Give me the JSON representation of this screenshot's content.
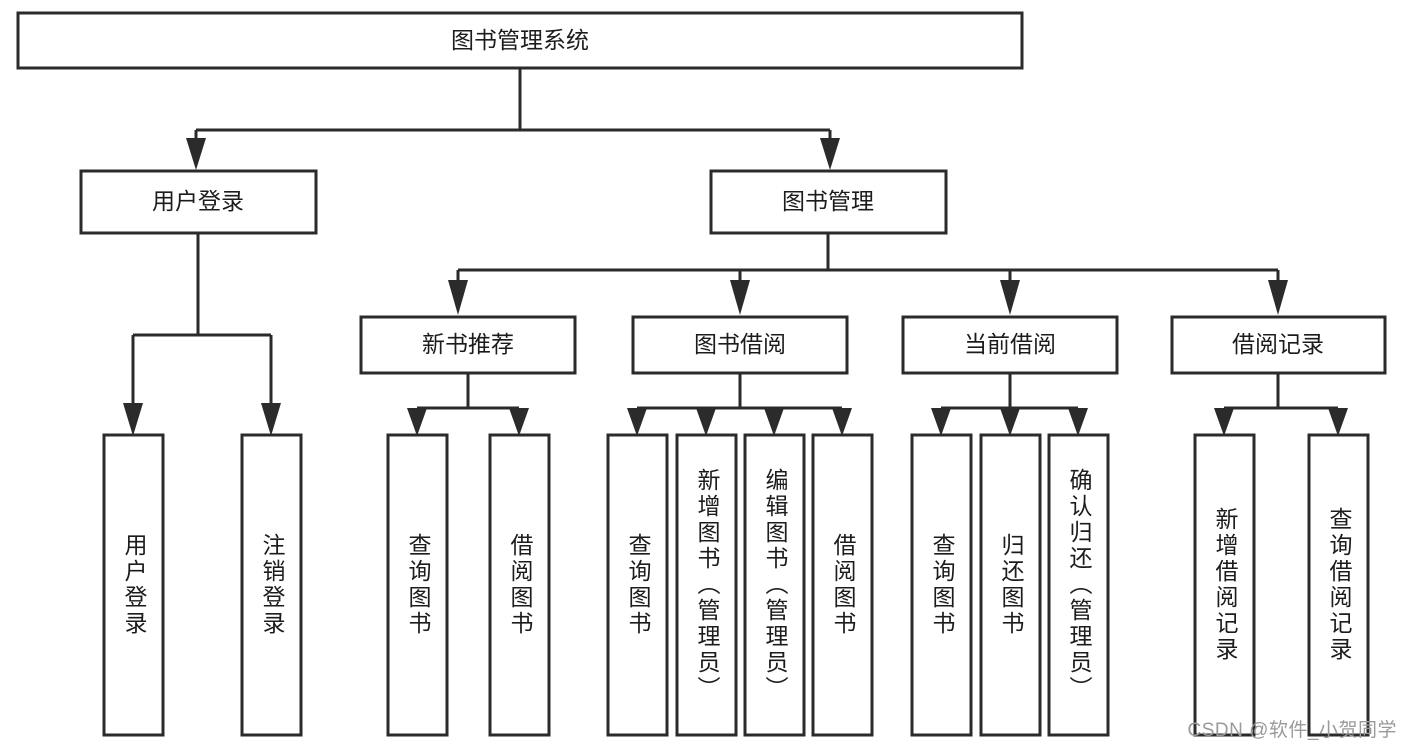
{
  "diagram": {
    "title": "图书管理系统",
    "type": "hierarchy-tree",
    "root": {
      "id": "root",
      "label": "图书管理系统"
    },
    "level2": [
      {
        "id": "user-login",
        "label": "用户登录"
      },
      {
        "id": "book-manage",
        "label": "图书管理"
      }
    ],
    "level3": [
      {
        "id": "new-book-recommend",
        "label": "新书推荐",
        "parent": "book-manage"
      },
      {
        "id": "book-borrow",
        "label": "图书借阅",
        "parent": "book-manage"
      },
      {
        "id": "current-borrow",
        "label": "当前借阅",
        "parent": "book-manage"
      },
      {
        "id": "borrow-record",
        "label": "借阅记录",
        "parent": "book-manage"
      }
    ],
    "leaves": {
      "user-login": [
        {
          "id": "leaf-user-login",
          "label": "用户登录"
        },
        {
          "id": "leaf-user-logout",
          "label": "注销登录"
        }
      ],
      "new-book-recommend": [
        {
          "id": "leaf-query-book-1",
          "label": "查询图书"
        },
        {
          "id": "leaf-borrow-book-1",
          "label": "借阅图书"
        }
      ],
      "book-borrow": [
        {
          "id": "leaf-query-book-2",
          "label": "查询图书"
        },
        {
          "id": "leaf-add-book",
          "label": "新增图书（管理员）"
        },
        {
          "id": "leaf-edit-book",
          "label": "编辑图书（管理员）"
        },
        {
          "id": "leaf-borrow-book-2",
          "label": "借阅图书"
        }
      ],
      "current-borrow": [
        {
          "id": "leaf-query-book-3",
          "label": "查询图书"
        },
        {
          "id": "leaf-return-book",
          "label": "归还图书"
        },
        {
          "id": "leaf-confirm-return",
          "label": "确认归还（管理员）"
        }
      ],
      "borrow-record": [
        {
          "id": "leaf-add-record",
          "label": "新增借阅记录"
        },
        {
          "id": "leaf-query-record",
          "label": "查询借阅记录"
        }
      ]
    }
  },
  "watermark": {
    "text": "CSDN @软件_小贺同学"
  },
  "colors": {
    "box_stroke": "#2b2b2b",
    "box_fill": "#ffffff",
    "text": "#1c1c1c",
    "watermark": "#9a9a9a",
    "background": "#ffffff"
  }
}
